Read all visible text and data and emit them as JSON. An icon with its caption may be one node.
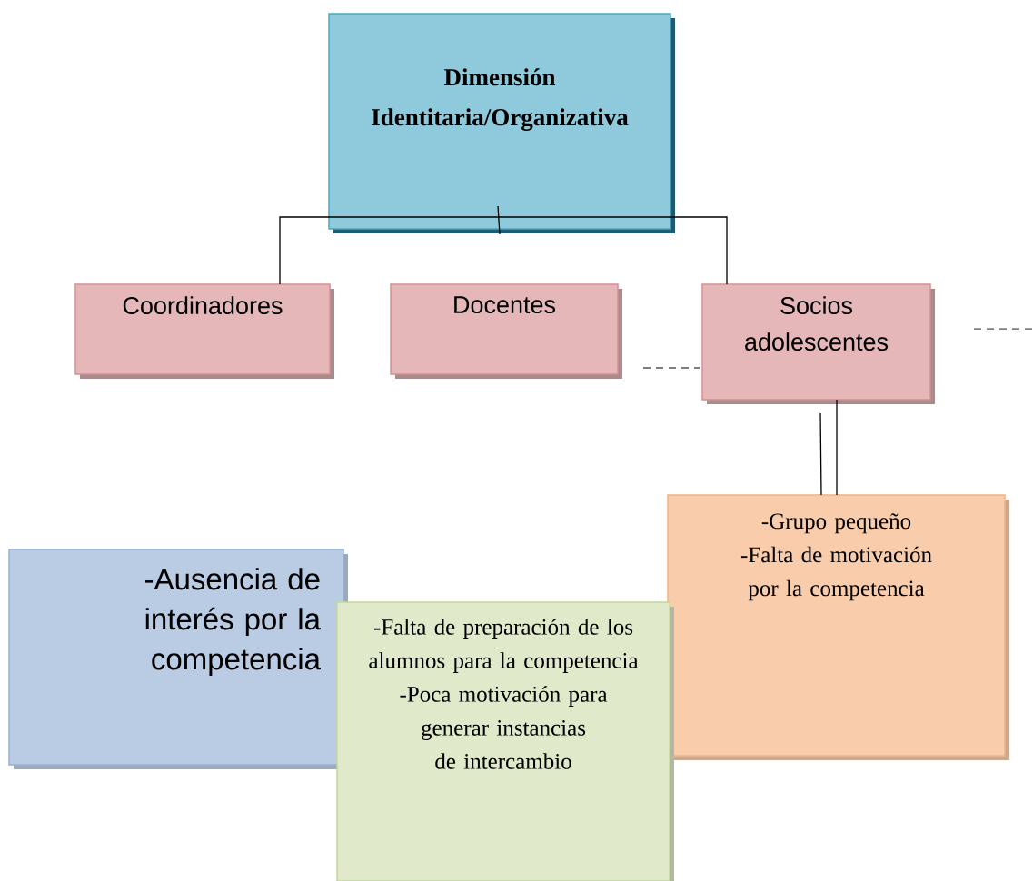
{
  "diagram": {
    "nodes": [
      {
        "text": [
          "Dimensión Identitaria/Organizativa"
        ]
      },
      {
        "text": [
          "Coordinadores"
        ]
      },
      {
        "text": [
          "Docentes"
        ]
      },
      {
        "text": [
          "Socios adolescentes"
        ]
      },
      {
        "text": [
          "-Grupo pequeño",
          "-Falta de motivación por la competencia"
        ]
      },
      {
        "text": [
          "-Ausencia de interés por la competencia"
        ]
      },
      {
        "text": [
          "-Falta de preparación de los alumnos para la competencia",
          "-Poca motivación para generar instancias de intercambio"
        ]
      }
    ],
    "edges": [
      {
        "from": 0,
        "to": 1,
        "arrow": "none"
      },
      {
        "from": 0,
        "to": 3,
        "arrow": "none"
      },
      {
        "from": 3,
        "to": 4,
        "arrow": "none"
      }
    ]
  }
}
